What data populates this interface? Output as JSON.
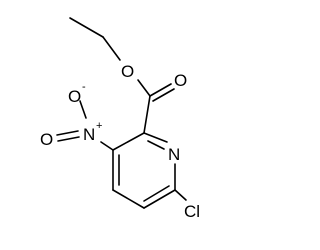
{
  "molecule": {
    "atoms": {
      "ester_O": "O",
      "carbonyl_O": "O",
      "nitro_O_minus": "O",
      "nitro_O_minus_charge": "-",
      "nitro_N": "N",
      "nitro_N_charge": "+",
      "nitro_O": "O",
      "ring_N": "N",
      "chlorine": "Cl"
    },
    "colors": {
      "bond": "#000000",
      "label": "#000000",
      "background": "#ffffff"
    }
  }
}
